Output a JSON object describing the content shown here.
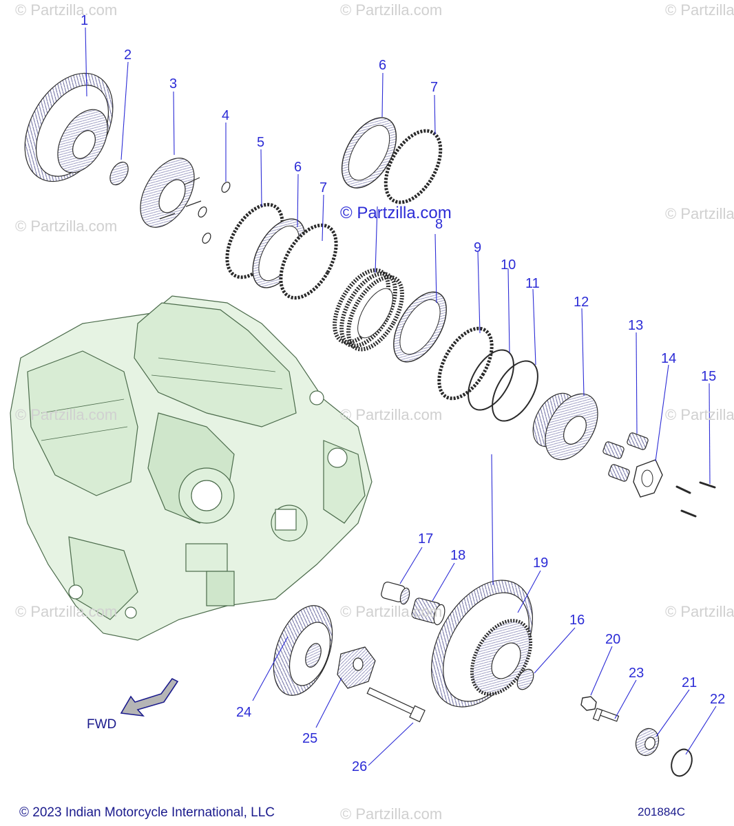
{
  "watermark": "© Partzilla.com",
  "watermark_center": "© Partzilla.com",
  "copyright": "© 2023 Indian Motorcycle International, LLC",
  "diagram_code": "201884C",
  "direction_label": "FWD",
  "callouts": {
    "c1": "1",
    "c2": "2",
    "c3": "3",
    "c4": "4",
    "c5": "5",
    "c6a": "6",
    "c6b": "6",
    "c7a": "7",
    "c7b": "7",
    "c8": "8",
    "c9": "9",
    "c10": "10",
    "c11": "11",
    "c12": "12",
    "c13": "13",
    "c14": "14",
    "c15": "15",
    "c16": "16",
    "c17": "17",
    "c18": "18",
    "c19": "19",
    "c20": "20",
    "c21": "21",
    "c22": "22",
    "c23": "23",
    "c24": "24",
    "c25": "25",
    "c26": "26"
  },
  "colors": {
    "line": "#2b2bd6",
    "engine": "#9fd49f",
    "engine_stroke": "#4a6a4a",
    "part_stroke": "#2a2a2a",
    "text": "#1a1a8c",
    "watermark": "#d0d0d0"
  }
}
